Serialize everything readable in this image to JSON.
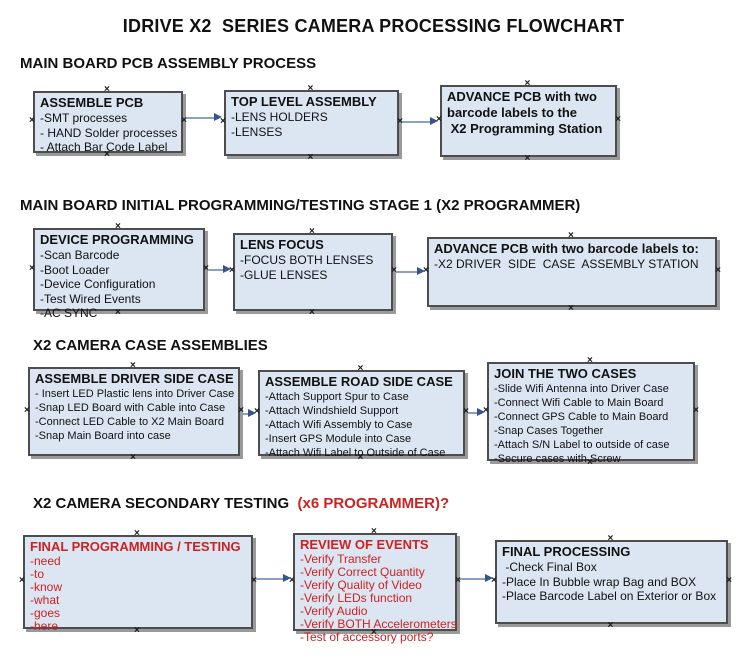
{
  "page": {
    "title": "IDRIVE X2  SERIES CAMERA PROCESSING FLOWCHART"
  },
  "colors": {
    "accent_red": "#cc2222",
    "box_fill": "#dce6f2",
    "box_border": "#4d4d4d",
    "arrow_line": "#8aa0c8",
    "arrow_head": "#35548e"
  },
  "icons": {
    "connection_handle": "×"
  },
  "sections": [
    {
      "header": "MAIN BOARD PCB ASSEMBLY PROCESS",
      "boxes": [
        {
          "title": "ASSEMBLE PCB",
          "lines": [
            "-SMT processes",
            "- HAND Solder processes",
            "- Attach Bar Code Label"
          ]
        },
        {
          "title": "TOP LEVEL ASSEMBLY",
          "lines": [
            "-LENS HOLDERS",
            "-LENSES"
          ]
        },
        {
          "title": "ADVANCE PCB with two",
          "lines": [
            "barcode labels to the",
            " X2 Programming Station"
          ]
        }
      ]
    },
    {
      "header": "MAIN BOARD INITIAL PROGRAMMING/TESTING STAGE 1 (X2 PROGRAMMER)",
      "boxes": [
        {
          "title": "DEVICE PROGRAMMING",
          "lines": [
            "-Scan Barcode",
            "-Boot Loader",
            "-Device Configuration",
            "-Test Wired Events",
            "-AC SYNC"
          ]
        },
        {
          "title": "LENS FOCUS",
          "lines": [
            "-FOCUS BOTH LENSES",
            "-GLUE LENSES"
          ]
        },
        {
          "title": "ADVANCE PCB with two barcode labels to:",
          "lines": [
            "-X2 DRIVER  SIDE  CASE  ASSEMBLY STATION"
          ]
        }
      ]
    },
    {
      "header": "X2 CAMERA CASE ASSEMBLIES",
      "boxes": [
        {
          "title": "ASSEMBLE DRIVER SIDE CASE",
          "lines": [
            "- Insert LED Plastic lens into Driver Case",
            "-Snap LED Board with Cable into Case",
            "-Connect LED Cable to X2 Main Board",
            "-Snap Main Board into case"
          ]
        },
        {
          "title": "ASSEMBLE ROAD SIDE CASE",
          "lines": [
            "-Attach Support Spur to Case",
            "-Attach Windshield Support",
            "-Attach Wifi Assembly to Case",
            "-Insert GPS Module into Case",
            "-Attach Wifi Label to Outside of Case"
          ]
        },
        {
          "title": "JOIN THE TWO CASES",
          "lines": [
            "-Slide Wifi Antenna into Driver Case",
            "-Connect Wifi Cable to Main Board",
            "-Connect GPS Cable to Main Board",
            "-Snap Cases Together",
            "-Attach S/N Label to outside of case",
            "-Secure cases with Screw"
          ]
        }
      ]
    },
    {
      "header": "X2 CAMERA SECONDARY TESTING ",
      "header_red": " (x6 PROGRAMMER)?",
      "boxes": [
        {
          "title": "FINAL PROGRAMMING / TESTING",
          "lines": [
            "-need",
            "-to",
            "-know",
            "-what",
            "-goes",
            "-here"
          ]
        },
        {
          "title": "REVIEW OF EVENTS",
          "lines": [
            "-Verify Transfer",
            "-Verify Correct Quantity",
            "-Verify Quality of Video",
            "-Verify LEDs function",
            "-Verify Audio",
            "-Verify BOTH Accelerometers",
            "-Test of accessory ports?"
          ]
        },
        {
          "title": "FINAL PROCESSING",
          "lines": [
            " -Check Final Box",
            "-Place In Bubble wrap Bag and BOX",
            "-Place Barcode Label on Exterior or Box"
          ]
        }
      ]
    }
  ]
}
